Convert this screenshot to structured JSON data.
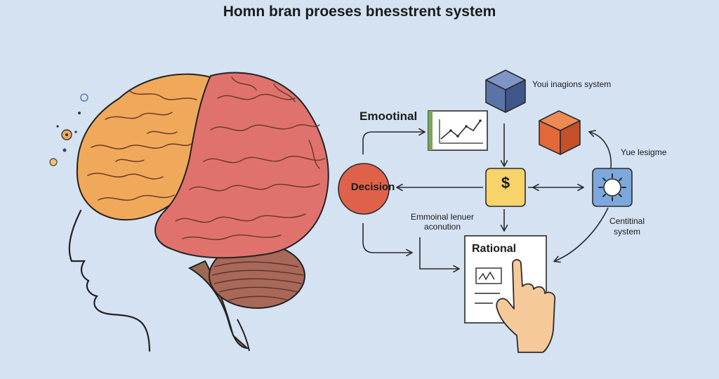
{
  "title": "Homn bran proeses bnesstrent system",
  "nodes": {
    "emotional": "Emootinal",
    "decision": "Decision",
    "dollar": "$",
    "emotional_sub": "Emmoinal lenuer aconution",
    "rational": "Rational",
    "imaginations": "Youi inagions system",
    "yue": "Yue lesigme",
    "central": "Centitinal system"
  },
  "colors": {
    "background": "#d4e2f2",
    "brain_orange": "#f0a95a",
    "brain_red": "#e0726e",
    "cerebellum": "#a8685a",
    "decision_circle": "#e0614a",
    "dollar_box": "#f7d36a",
    "cube_blue": "#5b74a8",
    "cube_orange": "#e2683a",
    "gear_box": "#7da8dd"
  }
}
